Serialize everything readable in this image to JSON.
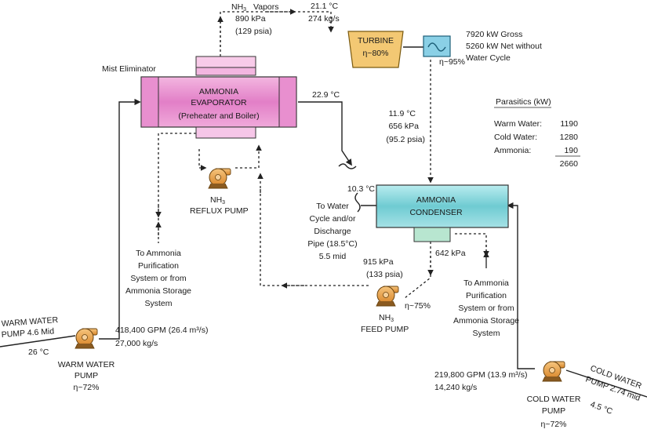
{
  "evaporator": {
    "name": "AMMONIA",
    "name2": "EVAPORATOR",
    "sub": "(Preheater and Boiler)",
    "mist_eliminator": "Mist Eliminator",
    "outlet_temp": "22.9 °C"
  },
  "vapors": {
    "label": "Vapors",
    "pressure": "890 kPa",
    "pressure_psia": "(129 psia)",
    "temp": "21.1 °C",
    "flow": "274 kg/s"
  },
  "turbine": {
    "label": "TURBINE",
    "efficiency": "η~80%",
    "generator_efficiency": "η~95%",
    "gross": "7920 kW Gross",
    "net": "5260 kW Net without",
    "net2": "Water Cycle"
  },
  "turbine_exhaust": {
    "temp": "11.9 °C",
    "pressure": "656 kPa",
    "pressure_psia": "(95.2 psia)"
  },
  "parasitics": {
    "title": "Parasitics (kW)",
    "rows": [
      {
        "label": "Warm Water:",
        "value": "1190"
      },
      {
        "label": "Cold Water:",
        "value": "1280"
      },
      {
        "label": "Ammonia:",
        "value": "190"
      }
    ],
    "total": "2660"
  },
  "condenser": {
    "name": "AMMONIA",
    "name2": "CONDENSER",
    "temp": "10.3 °C",
    "outlet_pressure": "642 kPa",
    "discharge": [
      "To Water",
      "Cycle and/or",
      "Discharge",
      "Pipe (18.5°C)",
      "5.5 mid"
    ]
  },
  "reflux_pump": {
    "name": "REFLUX PUMP"
  },
  "feed_pump": {
    "pressure": "915 kPa",
    "pressure_psia": "(133 psia)",
    "efficiency": "η~75%",
    "name": "FEED PUMP"
  },
  "purification_left": [
    "To Ammonia",
    "Purification",
    "System or from",
    "Ammonia Storage",
    "System"
  ],
  "purification_right": [
    "To Ammonia",
    "Purification",
    "System or from",
    "Ammonia Storage",
    "System"
  ],
  "warm_water": {
    "inlet_label": "WARM WATER",
    "inlet_label2": "PUMP 4.6 Mid",
    "inlet_temp": "26 °C",
    "flow": "418,400 GPM (26.4 m³/s)",
    "flow2": "27,000 kg/s",
    "pump_name": "WARM WATER",
    "pump_name2": "PUMP",
    "efficiency": "η~72%"
  },
  "cold_water": {
    "inlet_label": "COLD WATER",
    "inlet_label2": "PUMP 2.74 mid",
    "inlet_temp": "4.5 °C",
    "flow": "219,800 GPM (13.9 m³/s)",
    "flow2": "14,240 kg/s",
    "pump_name": "COLD WATER",
    "pump_name2": "PUMP",
    "efficiency": "η~72%"
  },
  "colors": {
    "evaporator": "#e890cf",
    "evaporator_light": "#f6c6e8",
    "condenser": "#8ad6da",
    "condenser_light": "#b8e6d0",
    "turbine": "#f3c873",
    "generator": "#8ad0e6",
    "pump": "#e89a3a"
  }
}
